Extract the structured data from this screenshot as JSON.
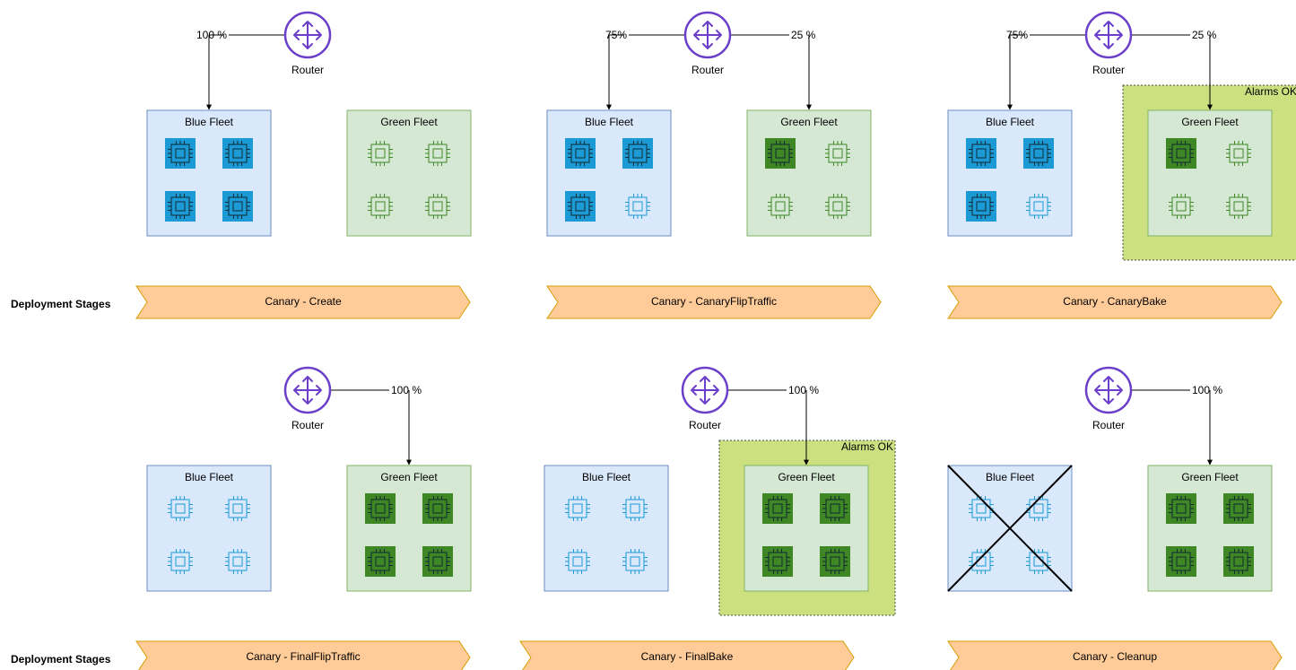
{
  "row_labels": [
    "Deployment Stages",
    "Deployment Stages"
  ],
  "router_label": "Router",
  "fleet_labels": {
    "blue": "Blue Fleet",
    "green": "Green Fleet"
  },
  "alarm_label": "Alarms OK",
  "colors": {
    "blue_fill": "#dae8fc",
    "blue_stroke": "#6c8ebf",
    "green_fill": "#d5e8d4",
    "green_stroke": "#82b366",
    "alarm_fill": "#cde07f",
    "stage_fill": "#ffcc99",
    "stage_stroke": "#d79b00",
    "router": "#6b3fc9",
    "chip_blue": "#1b9ad6",
    "chip_green": "#3f8624"
  },
  "panels": [
    {
      "stage": "Canary - Create",
      "left_pct": "100 %",
      "right_pct": "",
      "blue_active": 4,
      "green_active": 0,
      "alarm": false,
      "blue_crossed": false
    },
    {
      "stage": "Canary - CanaryFlipTraffic",
      "left_pct": "75%",
      "right_pct": "25 %",
      "blue_active": 3,
      "green_active": 1,
      "alarm": false,
      "blue_crossed": false
    },
    {
      "stage": "Canary - CanaryBake",
      "left_pct": "75%",
      "right_pct": "25 %",
      "blue_active": 3,
      "green_active": 1,
      "alarm": true,
      "blue_crossed": false
    },
    {
      "stage": "Canary - FinalFlipTraffic",
      "left_pct": "",
      "right_pct": "100 %",
      "blue_active": 0,
      "green_active": 4,
      "alarm": false,
      "blue_crossed": false
    },
    {
      "stage": "Canary - FinalBake",
      "left_pct": "",
      "right_pct": "100 %",
      "blue_active": 0,
      "green_active": 4,
      "alarm": true,
      "blue_crossed": false
    },
    {
      "stage": "Canary - Cleanup",
      "left_pct": "",
      "right_pct": "100 %",
      "blue_active": 0,
      "green_active": 4,
      "alarm": false,
      "blue_crossed": true
    }
  ]
}
